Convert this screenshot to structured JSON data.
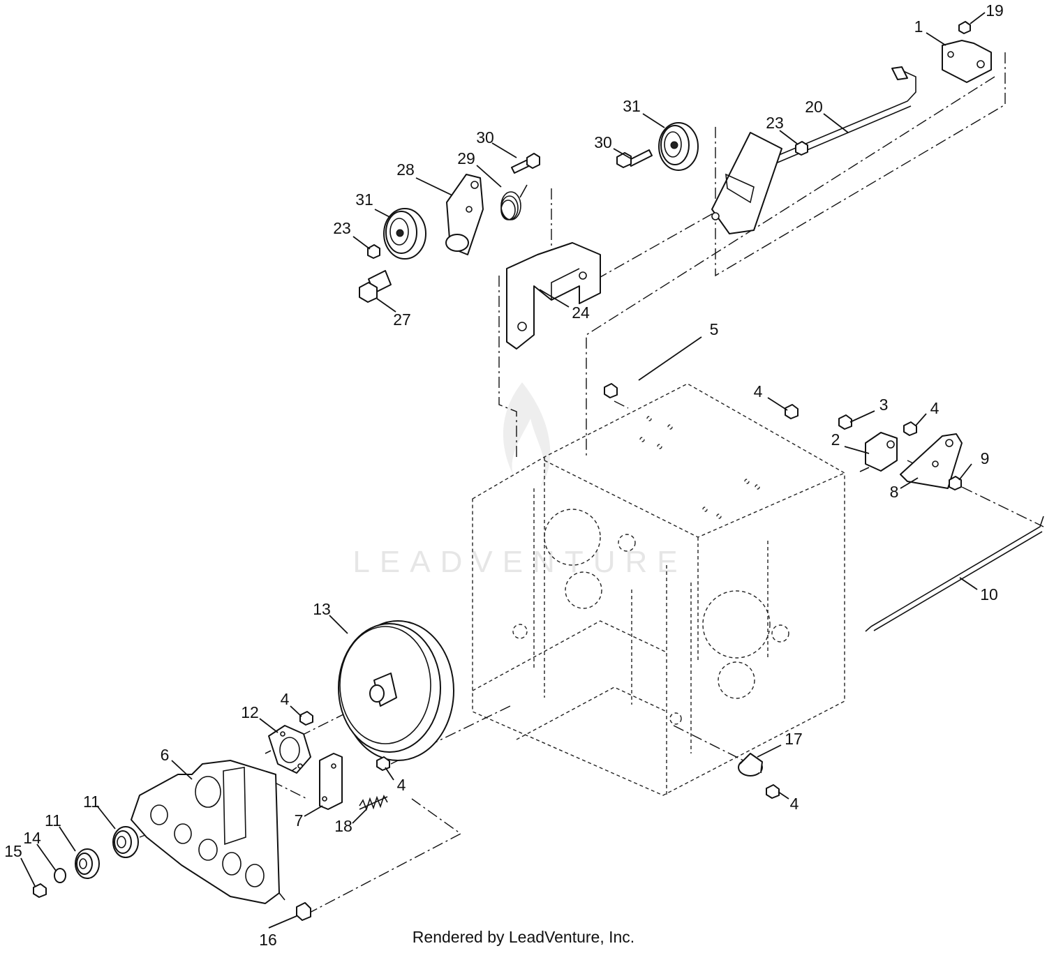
{
  "watermark": {
    "text": "LEADVENTURE"
  },
  "callouts": [
    "1",
    "2",
    "3",
    "4",
    "4",
    "4",
    "4",
    "4",
    "5",
    "6",
    "7",
    "8",
    "9",
    "10",
    "11",
    "11",
    "12",
    "13",
    "14",
    "15",
    "16",
    "17",
    "18",
    "19",
    "20",
    "23",
    "23",
    "24",
    "27",
    "28",
    "29",
    "30",
    "30",
    "31",
    "31"
  ],
  "footer": {
    "credit": "Rendered by LeadVenture, Inc."
  }
}
